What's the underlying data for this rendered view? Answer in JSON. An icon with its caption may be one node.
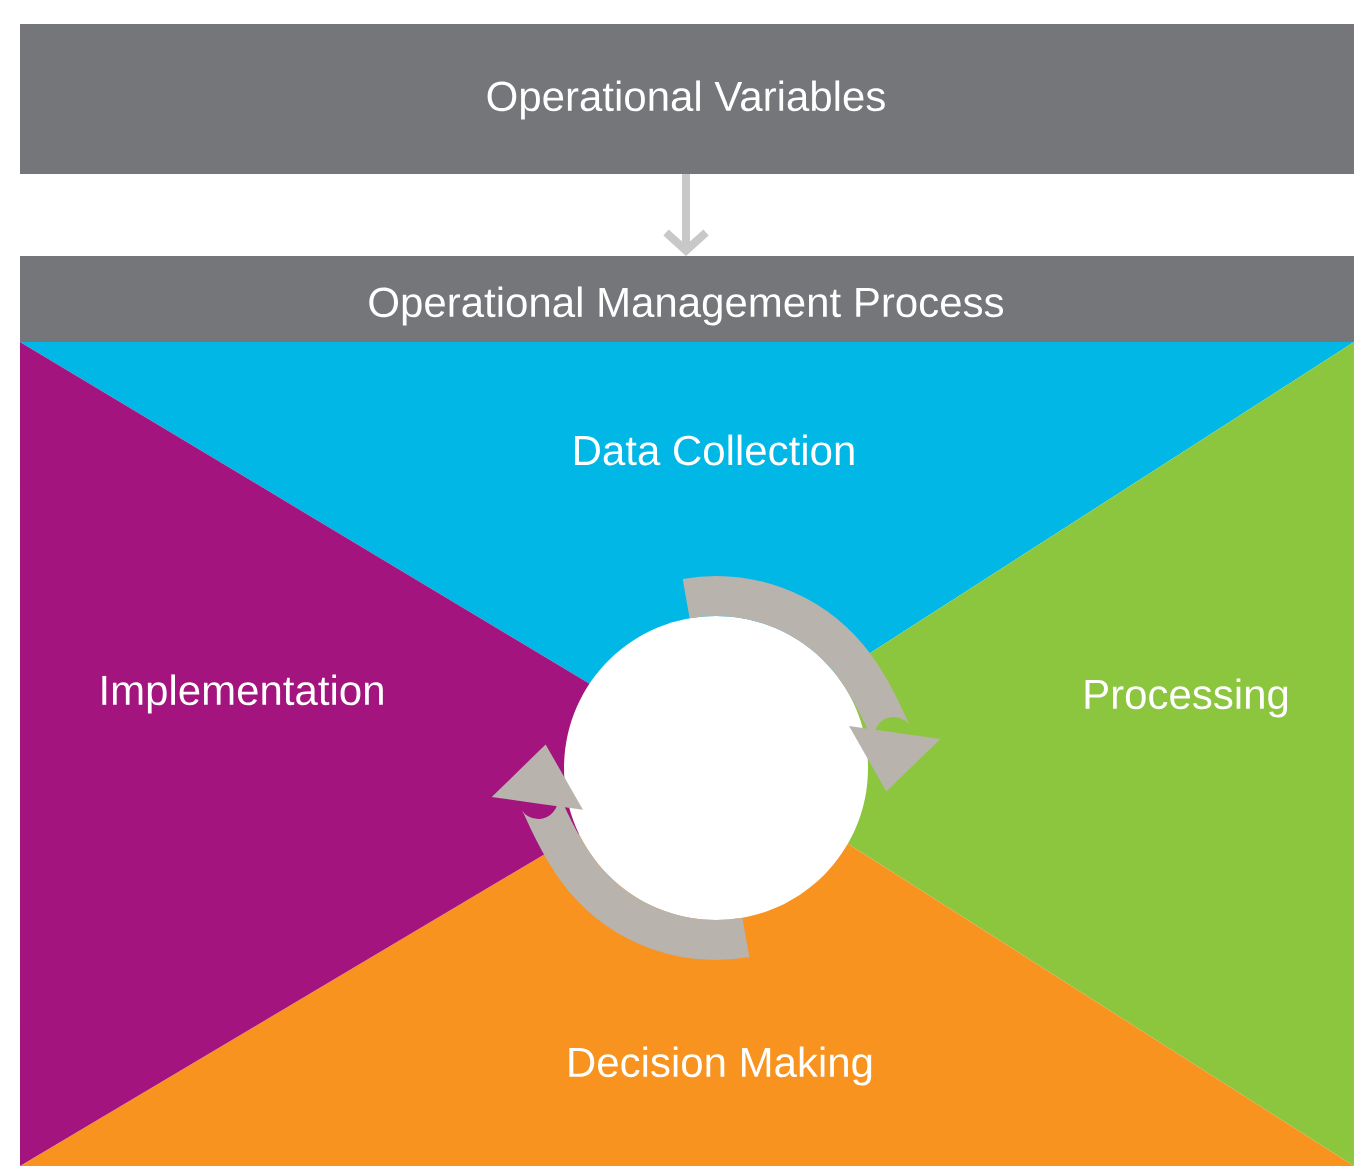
{
  "diagram": {
    "nodes": [
      {
        "text": [
          "Operational Variables"
        ]
      },
      {
        "text": [
          "Operational Management Process"
        ]
      },
      {
        "text": [
          "Data Collection"
        ]
      },
      {
        "text": [
          "Processing"
        ]
      },
      {
        "text": [
          "Decision Making"
        ]
      },
      {
        "text": [
          "Implementation"
        ]
      },
      {
        "text": [],
        "shape": "circle"
      }
    ],
    "edges": [
      {
        "from": 0,
        "to": 1,
        "arrow": "to"
      },
      {
        "from": 2,
        "to": 3,
        "arrow": "to"
      },
      {
        "from": 4,
        "to": 5,
        "arrow": "to"
      }
    ]
  }
}
